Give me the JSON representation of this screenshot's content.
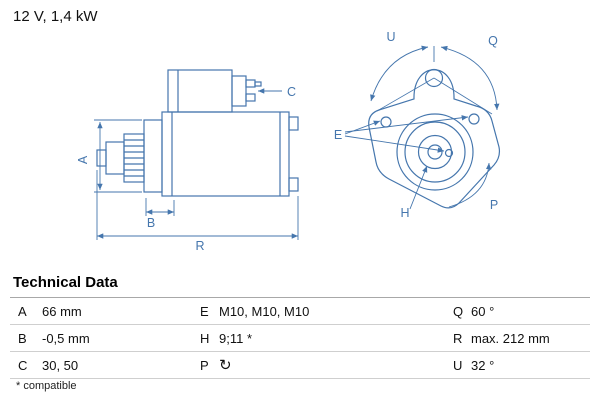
{
  "header": {
    "power_spec": "12 V, 1,4 kW"
  },
  "colors": {
    "drawing_blue": "#4576ad",
    "table_border": "#cfcfcf",
    "text": "#111111"
  },
  "diagram": {
    "labels": {
      "A": "A",
      "B": "B",
      "C": "C",
      "R": "R",
      "E": "E",
      "H": "H",
      "P": "P",
      "Q": "Q",
      "U": "U"
    }
  },
  "technical_data": {
    "title": "Technical Data",
    "rows": [
      {
        "c1": {
          "key": "A",
          "value": "66 mm"
        },
        "c2": {
          "key": "E",
          "value": "M10, M10, M10"
        },
        "c3": {
          "key": "Q",
          "value": "60 °"
        }
      },
      {
        "c1": {
          "key": "B",
          "value": "-0,5 mm"
        },
        "c2": {
          "key": "H",
          "value": "9;11 *"
        },
        "c3": {
          "key": "R",
          "value": "max. 212 mm"
        }
      },
      {
        "c1": {
          "key": "C",
          "value": "30, 50"
        },
        "c2": {
          "key": "P",
          "value": "↻",
          "icon": "rotation-direction-icon"
        },
        "c3": {
          "key": "U",
          "value": "32 °"
        }
      }
    ],
    "footnote": "* compatible"
  }
}
